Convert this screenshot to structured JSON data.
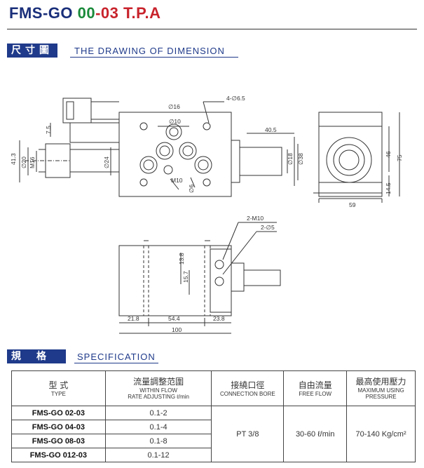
{
  "header": {
    "title_part1": "FMS-GO ",
    "title_part2": "00",
    "title_part3": "-03 T.P.A"
  },
  "drawing_section": {
    "tag": "尺寸圖",
    "label": "THE DRAWING OF DIMENSION"
  },
  "dimensions": {
    "d_6_5": "4-∅6.5",
    "d_16": "∅16",
    "d_10": "∅10",
    "d_7_5": "7.5",
    "d_40_5": "40.5",
    "d_41_3": "41.3",
    "d_20": "∅20",
    "d_m16": "M16",
    "d_24": "∅24",
    "d_18": "∅18",
    "d_38": "∅38",
    "d_m10": "M10",
    "d_6": "∅6",
    "d_46": "46",
    "d_75": "75",
    "d_14_5": "14.5",
    "d_59": "59",
    "d_2m10": "2-M10",
    "d_2phi5": "2-∅5",
    "d_13_8": "13.8",
    "d_15_7": "15.7",
    "d_21_8": "21.8",
    "d_54_4": "54.4",
    "d_23_8": "23.8",
    "d_100": "100"
  },
  "spec_section": {
    "tag": "規格",
    "label": "SPECIFICATION"
  },
  "table": {
    "headers": [
      {
        "zh": "型  式",
        "en": "TYPE"
      },
      {
        "zh": "流量調整范圍",
        "en": "WITHIN FLOW",
        "en2": "RATE ADJUSTING  ℓ/min"
      },
      {
        "zh": "接繞口徑",
        "en": "CONNECTION BORE"
      },
      {
        "zh": "自由流量",
        "en": "FREE FLOW"
      },
      {
        "zh": "最高使用壓力",
        "en": "MAXIMUM USING",
        "en2": "PRESSURE"
      }
    ],
    "rows": [
      {
        "type": "FMS-GO 02-03",
        "range": "0.1-2"
      },
      {
        "type": "FMS-GO 04-03",
        "range": "0.1-4"
      },
      {
        "type": "FMS-GO 08-03",
        "range": "0.1-8"
      },
      {
        "type": "FMS-GO 012-03",
        "range": "0.1-12"
      }
    ],
    "connection": "PT 3/8",
    "free_flow": "30-60 ℓ/min",
    "pressure": "70-140 Kg/cm²"
  }
}
